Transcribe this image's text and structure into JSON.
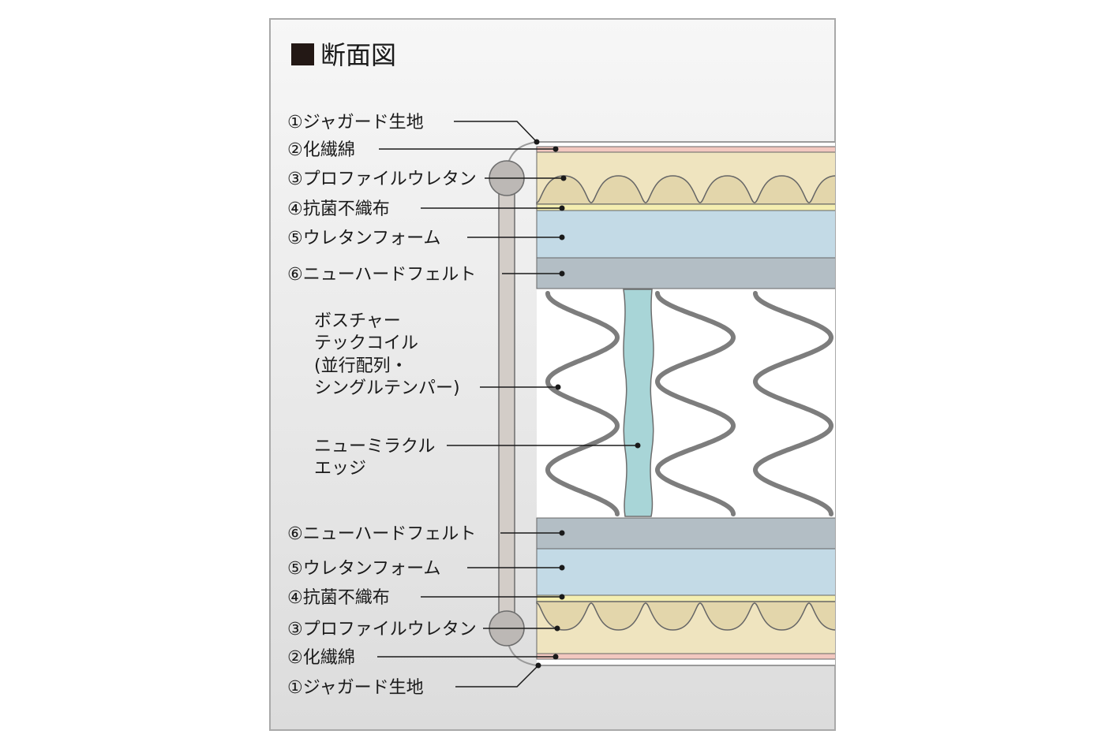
{
  "title": "断面図",
  "colors": {
    "fabric": "#f2c8c0",
    "wadding": "#f7f1dc",
    "profile_urethane": "#efe4bf",
    "profile_bump": "#e3d6ab",
    "nonwoven": "#f4eeb0",
    "urethane_foam": "#c3dae6",
    "hard_felt": "#b3bec5",
    "edge": "#a8d5d7",
    "coil": "#7d7d7d",
    "frame_bar": "#d3cdc8",
    "frame_knob": "#bcb8b5"
  },
  "top_labels": [
    "①ジャガード生地",
    "②化繊綿",
    "③プロファイルウレタン",
    "④抗菌不織布",
    "⑤ウレタンフォーム",
    "⑥ニューハードフェルト"
  ],
  "bottom_labels": [
    "⑥ニューハードフェルト",
    "⑤ウレタンフォーム",
    "④抗菌不織布",
    "③プロファイルウレタン",
    "②化繊綿",
    "①ジャガード生地"
  ],
  "coil_label": [
    "ボスチャー",
    "テックコイル",
    "(並行配列・",
    "シングルテンパー)"
  ],
  "edge_label": [
    "ニューミラクル",
    "エッジ"
  ]
}
